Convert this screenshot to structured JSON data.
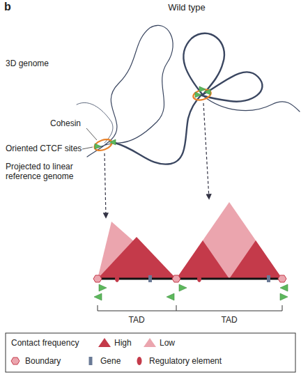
{
  "diagram": {
    "title": "Wild type",
    "labels": [
      "b",
      "3D genome",
      "Cohesin",
      "Oriented CTCF sites",
      "Projected to linear reference genome",
      "TAD",
      "TAD",
      "Contact frequency"
    ],
    "legend": [
      {
        "text": "High",
        "color": "#c43a4a"
      },
      {
        "text": "Low",
        "color": "#eba5ae"
      },
      {
        "text": "Boundary"
      },
      {
        "text": "Gene"
      },
      {
        "text": "Regulatory element"
      }
    ]
  }
}
